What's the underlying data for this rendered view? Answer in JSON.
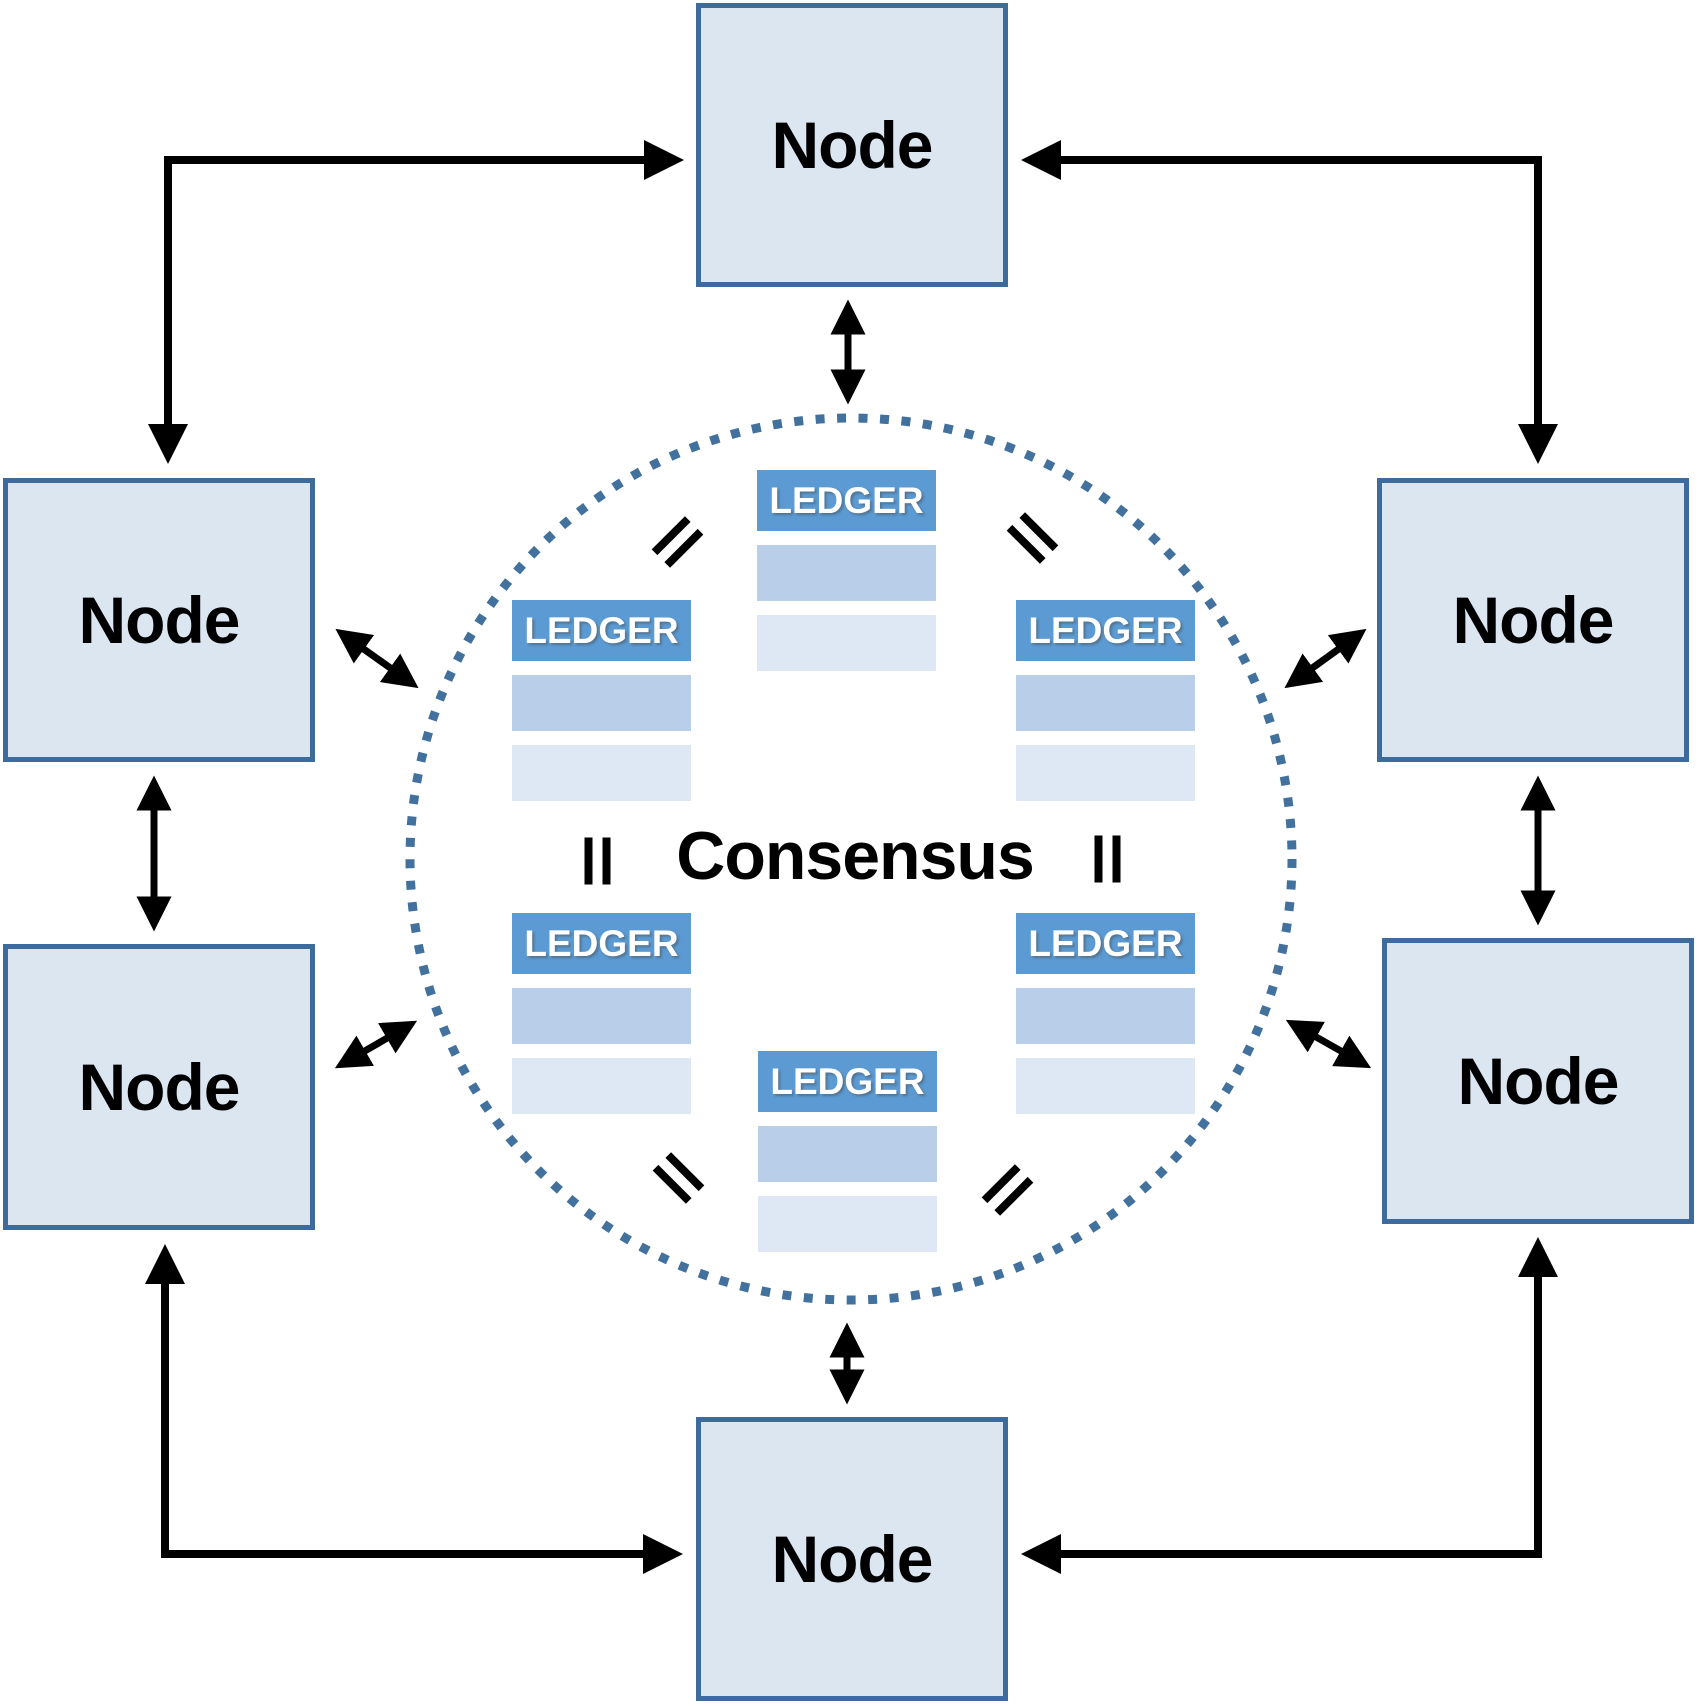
{
  "diagram": {
    "title_label": "Consensus",
    "equals_symbol": "=",
    "nodes": [
      {
        "id": "top",
        "label": "Node"
      },
      {
        "id": "upper-left",
        "label": "Node"
      },
      {
        "id": "upper-right",
        "label": "Node"
      },
      {
        "id": "lower-left",
        "label": "Node"
      },
      {
        "id": "lower-right",
        "label": "Node"
      },
      {
        "id": "bottom",
        "label": "Node"
      }
    ],
    "ledgers": [
      {
        "id": "top-center",
        "header": "LEDGER",
        "rows": 2
      },
      {
        "id": "upper-left",
        "header": "LEDGER",
        "rows": 2
      },
      {
        "id": "upper-right",
        "header": "LEDGER",
        "rows": 2
      },
      {
        "id": "lower-left",
        "header": "LEDGER",
        "rows": 2
      },
      {
        "id": "lower-right",
        "header": "LEDGER",
        "rows": 2
      },
      {
        "id": "bottom-center",
        "header": "LEDGER",
        "rows": 2
      }
    ],
    "equals_marks_count": 6,
    "colors": {
      "node_fill": "#dce6f1",
      "node_border": "#3e6b9d",
      "ledger_header": "#5b9ad2",
      "ledger_row_medium": "#b9cee8",
      "ledger_row_light": "#dde8f4",
      "circle_dot": "#41719c",
      "arrow": "#000000",
      "text": "#000000",
      "ledger_text": "#ffffff",
      "background": "#ffffff"
    }
  }
}
